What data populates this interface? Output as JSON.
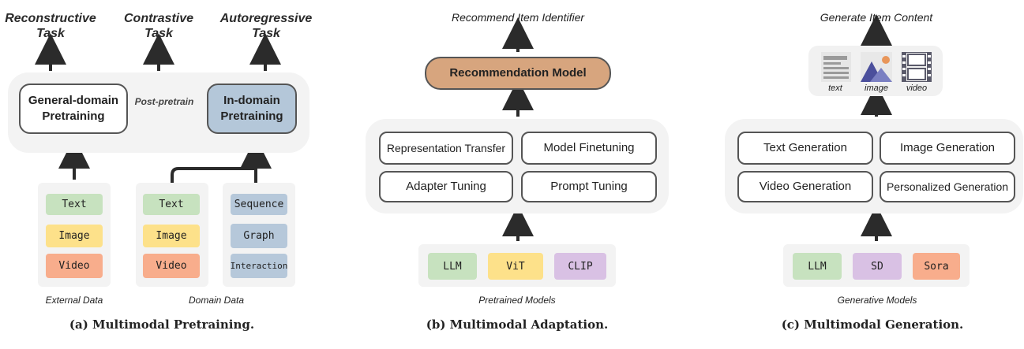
{
  "panel_a": {
    "tasks": [
      "Reconstructive\nTask",
      "Contrastive\nTask",
      "Autoregressive\nTask"
    ],
    "general_box": "General-domain\nPretraining",
    "indomain_box": "In-domain\nPretraining",
    "post_pretrain": "Post-pretrain",
    "external_tags": [
      "Text",
      "Image",
      "Video"
    ],
    "domain_tags": [
      "Text",
      "Image",
      "Video"
    ],
    "domain_tags2": [
      "Sequence",
      "Graph",
      "Interaction"
    ],
    "external_label": "External Data",
    "domain_label": "Domain Data",
    "caption": "(a) Multimodal Pretraining."
  },
  "panel_b": {
    "top_label": "Recommend Item Identifier",
    "model_box": "Recommendation Model",
    "methods": [
      "Representation Transfer",
      "Model Finetuning",
      "Adapter Tuning",
      "Prompt Tuning"
    ],
    "models": [
      "LLM",
      "ViT",
      "CLIP"
    ],
    "models_label": "Pretrained Models",
    "caption": "(b) Multimodal Adaptation."
  },
  "panel_c": {
    "top_label": "Generate Item Content",
    "content_icons": [
      "text",
      "image",
      "video"
    ],
    "methods": [
      "Text Generation",
      "Image Generation",
      "Video Generation",
      "Personalized Generation"
    ],
    "models": [
      "LLM",
      "SD",
      "Sora"
    ],
    "models_label": "Generative Models",
    "caption": "(c) Multimodal Generation."
  },
  "colors": {
    "text_tag": "#c7e2bf",
    "image_tag": "#fde18a",
    "video_tag": "#f8ad8c",
    "domain_tag": "#b6c8da",
    "clip_sd": "#d9c1e4",
    "indomain": "#b4c7d9",
    "rec_model": "#d7a57e"
  }
}
